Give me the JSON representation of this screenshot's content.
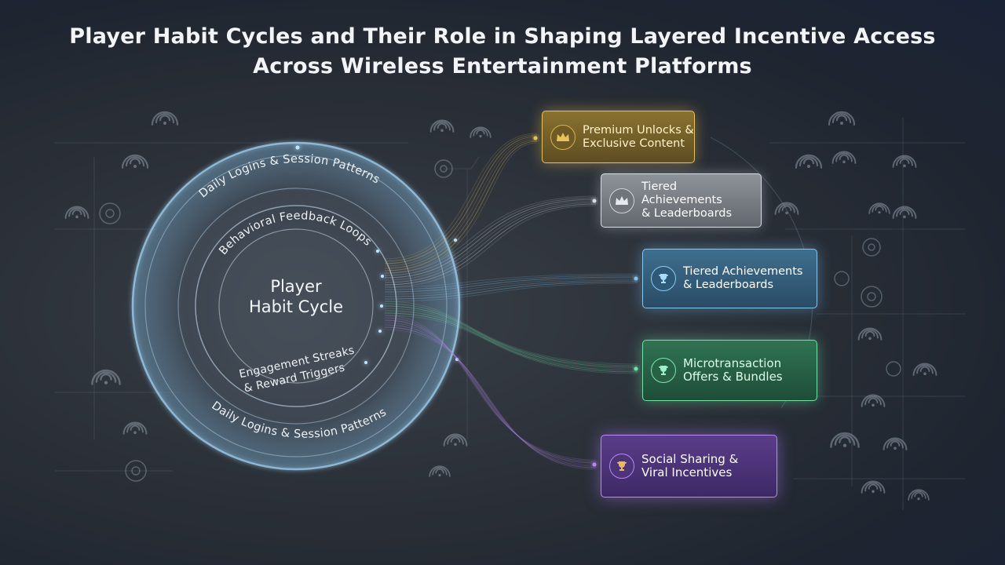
{
  "title_line1": "Player Habit Cycles and Their Role in Shaping Layered Incentive Access",
  "title_line2": "Across Wireless Entertainment Platforms",
  "center": {
    "line1": "Player",
    "line2": "Habit Cycle"
  },
  "rings": {
    "outer_top": "Daily Logins & Session Patterns",
    "inner_top": "Behavioral Feedback Loops",
    "inner_bottom_line1": "Engagement Streaks",
    "inner_bottom_line2": "& Reward Triggers",
    "outer_bottom": "Daily Logins & Session Patterns"
  },
  "cards": [
    {
      "line1": "Premium Unlocks &",
      "line2": "Exclusive Content",
      "icon": "crown-icon",
      "color": "#e6c35a"
    },
    {
      "line1": "Tiered Achievements",
      "line2": "& Leaderboards",
      "icon": "crown-icon",
      "color": "#d8dde3"
    },
    {
      "line1": "Tiered Achievements",
      "line2": "& Leaderboards",
      "icon": "trophy-icon",
      "color": "#86c7ee"
    },
    {
      "line1": "Microtransaction",
      "line2": "Offers & Bundles",
      "icon": "trophy-icon",
      "color": "#6fe3a6"
    },
    {
      "line1": "Social Sharing &",
      "line2": "Viral Incentives",
      "icon": "trophy-icon",
      "color": "#b98cf5"
    }
  ]
}
